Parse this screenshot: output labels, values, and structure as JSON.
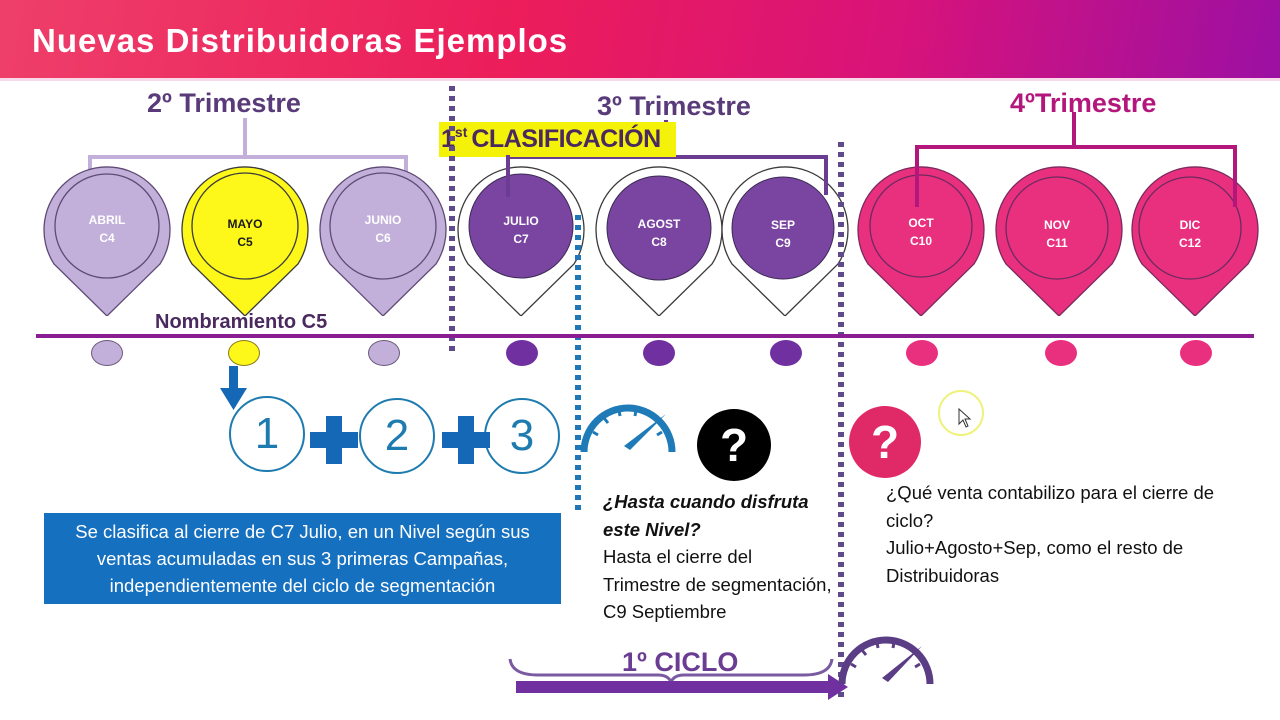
{
  "header": {
    "title": "Nuevas Distribuidoras Ejemplos",
    "gradient_start": "#ee3f6a",
    "gradient_end": "#9c10a3"
  },
  "quarters": [
    {
      "label": "2º Trimestre",
      "color": "#5a3b7a"
    },
    {
      "label": "3º Trimestre",
      "color": "#5a3b7a"
    },
    {
      "label": "4ºTrimestre",
      "color": "#b3177c"
    }
  ],
  "classification_badge": {
    "number": "1",
    "superscript": "st",
    "label": "CLASIFICACIÓN",
    "highlight": "#f5f20a"
  },
  "months": [
    {
      "month": "ABRIL",
      "cycle": "C4",
      "fill": "#c2b0db",
      "text": "#ffffff"
    },
    {
      "month": "MAYO",
      "cycle": "C5",
      "fill": "#fdf71a",
      "text": "#1a1a1a"
    },
    {
      "month": "JUNIO",
      "cycle": "C6",
      "fill": "#c2b0db",
      "text": "#ffffff"
    },
    {
      "month": "JULIO",
      "cycle": "C7",
      "fill": "#7a45a0",
      "text": "#ffffff"
    },
    {
      "month": "AGOST",
      "cycle": "C8",
      "fill": "#7a45a0",
      "text": "#ffffff"
    },
    {
      "month": "SEP",
      "cycle": "C9",
      "fill": "#7a45a0",
      "text": "#ffffff"
    },
    {
      "month": "OCT",
      "cycle": "C10",
      "fill": "#e9307f",
      "text": "#ffffff"
    },
    {
      "month": "NOV",
      "cycle": "C11",
      "fill": "#e9307f",
      "text": "#ffffff"
    },
    {
      "month": "DIC",
      "cycle": "C12",
      "fill": "#e9307f",
      "text": "#ffffff"
    }
  ],
  "timeline": {
    "appointment_label": "Nombramiento C5",
    "line_color": "#8a1d91"
  },
  "steps": [
    "1",
    "2",
    "3"
  ],
  "info_box": {
    "text": "Se clasifica al cierre de C7 Julio, en un Nivel según sus ventas acumuladas en sus 3 primeras Campañas, independientemente del ciclo de segmentación"
  },
  "duration_note": {
    "question": "¿Hasta cuando disfruta este Nivel?",
    "answer": "Hasta el cierre del Trimestre de segmentación, C9 Septiembre"
  },
  "sales_note": {
    "question": "¿Qué venta contabilizo para el cierre de ciclo?",
    "answer": "Julio+Agosto+Sep, como el resto de Distribuidoras"
  },
  "cycle": {
    "label": "1º CICLO",
    "color": "#7030a0"
  },
  "icons": {
    "question_black": "?",
    "question_pink": "?"
  }
}
